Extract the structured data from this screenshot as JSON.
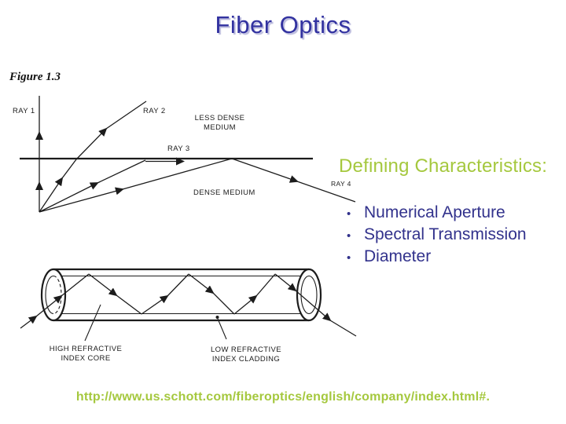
{
  "colors": {
    "title_blue": "#3232a0",
    "title_shadow": "#b9b9dc",
    "accent_green": "#a5c83e",
    "bullet_navy": "#32328c",
    "ink": "#1c1c1c"
  },
  "title": "Fiber Optics",
  "figure": {
    "caption": "Figure 1.3",
    "ray1_label": "RAY 1",
    "ray2_label": "RAY 2",
    "ray3_label": "RAY 3",
    "ray4_label": "RAY 4",
    "less_dense_line1": "LESS DENSE",
    "less_dense_line2": "MEDIUM",
    "dense_label": "DENSE MEDIUM"
  },
  "content": {
    "heading": "Defining Characteristics:",
    "bullets": [
      "Numerical Aperture",
      "Spectral Transmission",
      "Diameter"
    ]
  },
  "fiber": {
    "core_label_line1": "HIGH REFRACTIVE",
    "core_label_line2": "INDEX CORE",
    "cladding_label_line1": "LOW REFRACTIVE",
    "cladding_label_line2": "INDEX CLADDING"
  },
  "footer": {
    "url": "http://www.us.schott.com/fiberoptics/english/company/index.html#."
  }
}
